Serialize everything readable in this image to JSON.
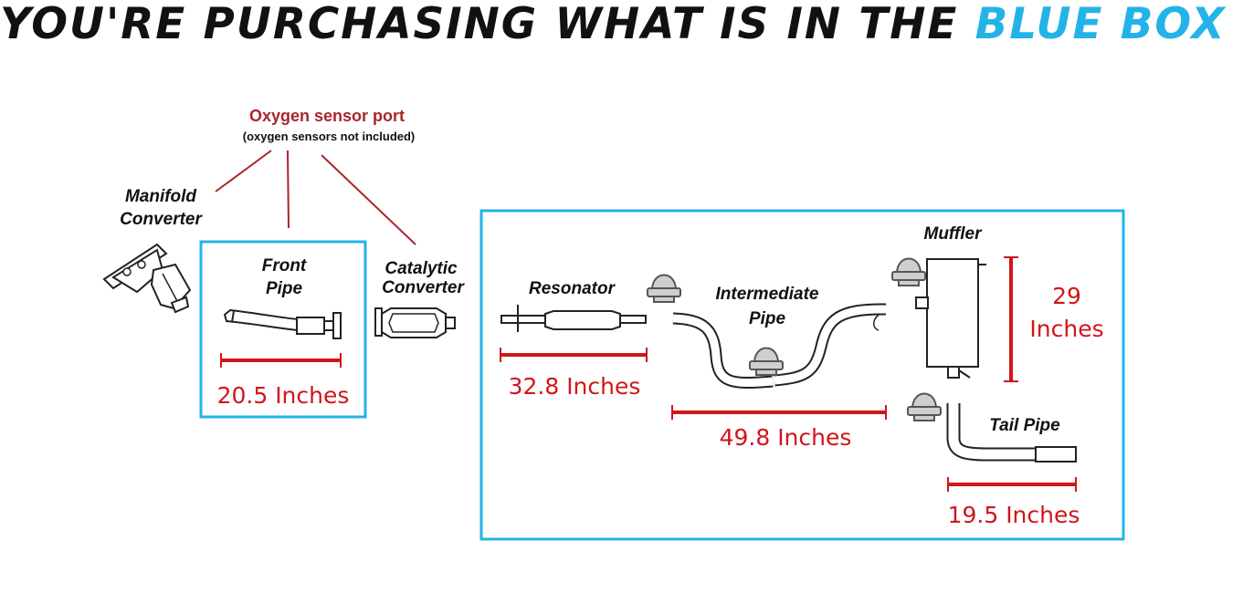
{
  "header": {
    "prefix": "YOU'RE PURCHASING WHAT IS IN THE ",
    "highlight": "BLUE BOX"
  },
  "colors": {
    "blue": "#23b3e8",
    "red": "#d0161b",
    "sensor": "#a8262c",
    "text": "#111111"
  },
  "sensor": {
    "title": "Oxygen sensor port",
    "note": "(oxygen sensors not included)"
  },
  "labels": {
    "manifold": [
      "Manifold",
      "Converter"
    ],
    "front_pipe": [
      "Front",
      "Pipe"
    ],
    "catalytic": [
      "Catalytic",
      "Converter"
    ],
    "resonator": "Resonator",
    "intermediate": [
      "Intermediate",
      "Pipe"
    ],
    "muffler": "Muffler",
    "tail_pipe": "Tail Pipe"
  },
  "dimensions": {
    "front_pipe": "20.5 Inches",
    "resonator": "32.8 Inches",
    "intermediate": "49.8 Inches",
    "muffler": [
      "29",
      "Inches"
    ],
    "tail_pipe": "19.5 Inches"
  },
  "icons": [
    "manifold-converter-icon",
    "front-pipe-icon",
    "catalytic-converter-icon",
    "resonator-icon",
    "intermediate-pipe-icon",
    "muffler-icon",
    "tail-pipe-icon",
    "clamp-icon"
  ]
}
